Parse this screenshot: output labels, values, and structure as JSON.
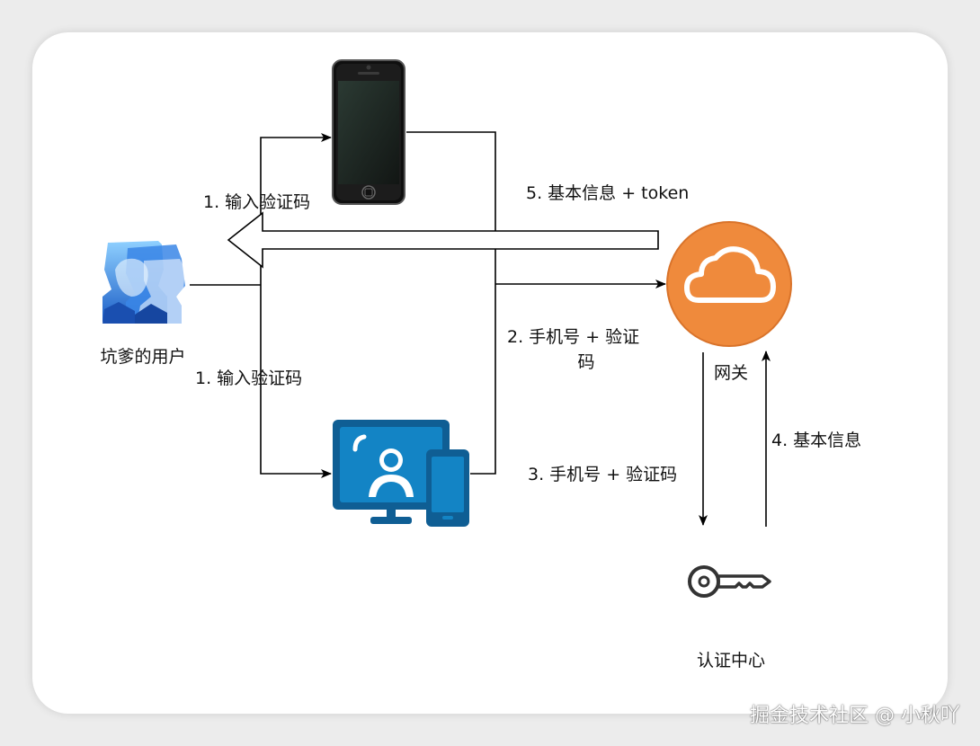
{
  "nodes": {
    "user": "坑爹的用户",
    "gateway": "网关",
    "auth_center": "认证中心"
  },
  "edges": {
    "user_to_phone": "1. 输入验证码",
    "user_to_pc": "1. 输入验证码",
    "client_to_gateway_line1": "2. 手机号 + 验证",
    "client_to_gateway_line2": "码",
    "gateway_to_auth": "3. 手机号 + 验证码",
    "auth_to_gateway": "4. 基本信息",
    "gateway_to_user": "5. 基本信息 + token"
  },
  "watermark": "掘金技术社区 @ 小秋吖",
  "icons": {
    "user": "users-icon",
    "phone": "smartphone-icon",
    "pc": "desktop-user-icon",
    "gateway": "cloud-icon",
    "auth": "key-icon"
  },
  "colors": {
    "gateway": "#ef8a3c",
    "pc": "#1384c5",
    "user": "#2f7bd9"
  }
}
